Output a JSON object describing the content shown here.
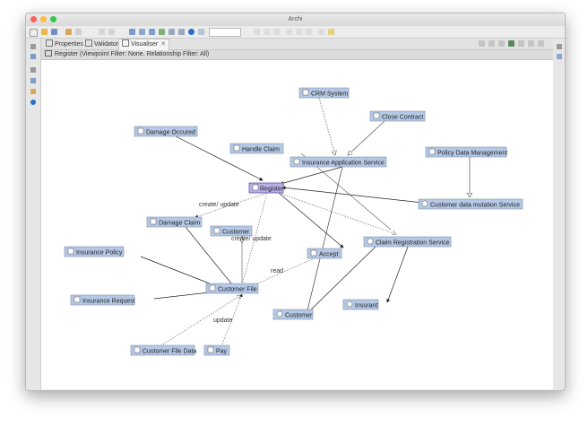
{
  "window": {
    "title": "Archi"
  },
  "tabs": [
    {
      "label": "Properties"
    },
    {
      "label": "Validator"
    },
    {
      "label": "Visualiser",
      "active": true
    }
  ],
  "info_bar": {
    "text": "Register (Viewpoint Filter: None, Relationship Filter: All)"
  },
  "diagram": {
    "nodes": {
      "crm": {
        "label": "CRM System",
        "type": "application-component",
        "color": "#b5c9e6"
      },
      "close_contract": {
        "label": "Close Contract",
        "type": "business-process",
        "color": "#b5c9e6"
      },
      "damage_occured": {
        "label": "Damage Occured",
        "type": "business-event",
        "color": "#b5c9e6"
      },
      "handle_claim": {
        "label": "Handle Claim",
        "type": "business-process",
        "color": "#b5c9e6"
      },
      "ins_app_service": {
        "label": "Insurance Application Service",
        "type": "service",
        "color": "#b5c9e6"
      },
      "policy_data_mgmt": {
        "label": "Policy Data Management",
        "type": "application-component",
        "color": "#b5c9e6"
      },
      "register": {
        "label": "Register",
        "type": "business-process",
        "color": "#b7b0e8",
        "selected": true
      },
      "cust_data_mutation": {
        "label": "Customer data mutation Service",
        "type": "service",
        "color": "#b5c9e6"
      },
      "damage_claim": {
        "label": "Damage Claim",
        "type": "business-object",
        "color": "#b5c9e6"
      },
      "customer_obj": {
        "label": "Customer",
        "type": "business-object",
        "color": "#b5c9e6"
      },
      "claim_reg_service": {
        "label": "Claim Registration Service",
        "type": "service",
        "color": "#b5c9e6"
      },
      "insurance_policy": {
        "label": "Insurance Policy",
        "type": "business-object",
        "color": "#b5c9e6"
      },
      "accept": {
        "label": "Accept",
        "type": "business-process",
        "color": "#b5c9e6"
      },
      "customer_file": {
        "label": "Customer File",
        "type": "business-object",
        "color": "#b5c9e6"
      },
      "insurance_request": {
        "label": "Insurance Request",
        "type": "business-object",
        "color": "#b5c9e6"
      },
      "insurant": {
        "label": "Insurant",
        "type": "role",
        "color": "#b5c9e6"
      },
      "customer_role": {
        "label": "Customer",
        "type": "role",
        "color": "#b5c9e6"
      },
      "customer_file_data": {
        "label": "Customer File Data",
        "type": "data-object",
        "color": "#b5c9e6"
      },
      "pay": {
        "label": "Pay",
        "type": "business-process",
        "color": "#b5c9e6"
      }
    },
    "edge_labels": {
      "create_update_1": "create/ update",
      "create_update_2": "create/ update",
      "read": "read",
      "update": "update"
    }
  }
}
